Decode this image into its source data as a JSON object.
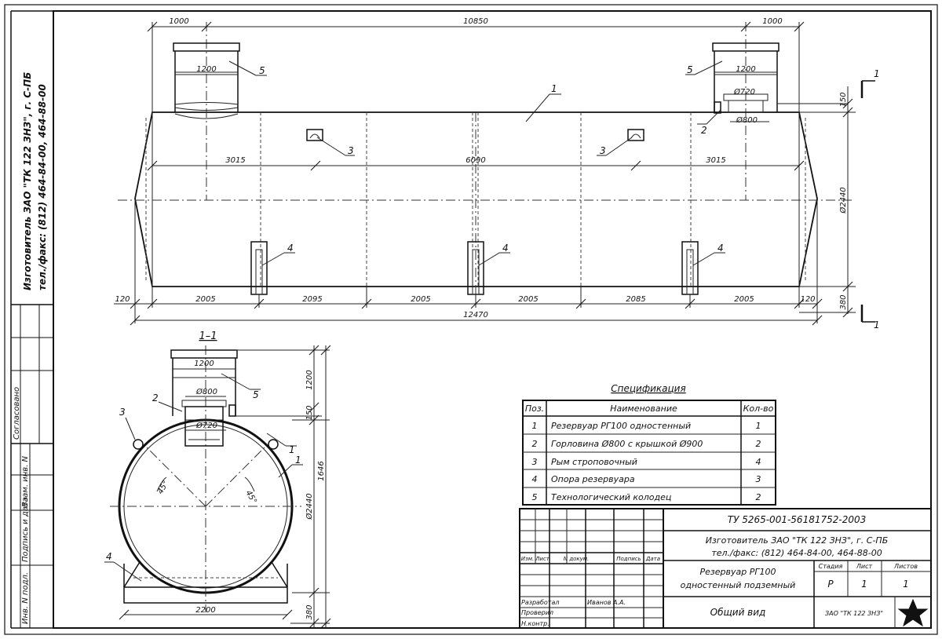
{
  "side_stamp": {
    "line1": "Изготовитель ЗАО \"ТК 122 ЗНЗ\", г. С-ПБ",
    "line2": "тел./факс: (812) 464-84-00, 464-88-00"
  },
  "left_strip": {
    "labels": [
      "Инв. N подл.",
      "Подпись и дата",
      "Взам. инв. N",
      "Согласовано"
    ]
  },
  "front_view": {
    "dims": {
      "top_left": "1000",
      "top_total": "10850",
      "top_right": "1000",
      "hatch_w_left": "1200",
      "hatch_w_right": "1200",
      "neck_w": "Ø720",
      "neck_in": "Ø800",
      "rise": "150",
      "seg_left": "3015",
      "seg_mid": "6090",
      "seg_right": "3015",
      "diam": "Ø2440",
      "bot_left_end": "120",
      "bot_1": "2005",
      "bot_2": "2095",
      "bot_3": "2005",
      "bot_4": "2005",
      "bot_5": "2085",
      "bot_6": "2005",
      "bot_right_end": "120",
      "total": "12470",
      "foot": "380"
    },
    "callouts": [
      "1",
      "2",
      "3",
      "3",
      "4",
      "4",
      "4",
      "5",
      "5"
    ],
    "section_mark": "1"
  },
  "section_view": {
    "title": "1–1",
    "dims": {
      "hatch_w": "1200",
      "neck_d1": "Ø800",
      "neck_d2": "Ø720",
      "height_hatch": "1200",
      "rise": "150",
      "total_h": "1646",
      "diam": "Ø2440",
      "base_w": "2200",
      "foot_h": "380"
    },
    "angles": [
      "45°",
      "45°"
    ],
    "callouts": [
      "1",
      "1",
      "2",
      "3",
      "4",
      "5"
    ]
  },
  "spec": {
    "title": "Спецификация",
    "headers": [
      "Поз.",
      "Наименование",
      "Кол-во"
    ],
    "rows": [
      {
        "pos": "1",
        "name": "Резервуар РГ100 одностенный",
        "qty": "1"
      },
      {
        "pos": "2",
        "name": "Горловина Ø800 с крышкой Ø900",
        "qty": "2"
      },
      {
        "pos": "3",
        "name": "Рым строповочный",
        "qty": "4"
      },
      {
        "pos": "4",
        "name": "Опора резервуара",
        "qty": "3"
      },
      {
        "pos": "5",
        "name": "Технологический колодец",
        "qty": "2"
      }
    ]
  },
  "title_block": {
    "code": "ТУ 5265-001-56181752-2003",
    "maker1": "Изготовитель ЗАО \"ТК 122 ЗНЗ\", г. С-ПБ",
    "maker2": "тел./факс: (812) 464-84-00, 464-88-00",
    "product1": "Резервуар РГ100",
    "product2": "одностенный подземный",
    "view": "Общий вид",
    "col_stage": "Стадия",
    "col_sheet": "Лист",
    "col_sheets": "Листов",
    "stage": "Р",
    "sheet": "1",
    "sheets": "1",
    "sign_headers": [
      "Изм.",
      "Лист",
      "N докум.",
      "Подпись",
      "Дата"
    ],
    "role1": "Разработал",
    "person1": "Иванов А.А.",
    "role2": "Проверил",
    "role3": "Н.контр.",
    "firm": "ЗАО \"ТК 122 ЗНЗ\""
  }
}
